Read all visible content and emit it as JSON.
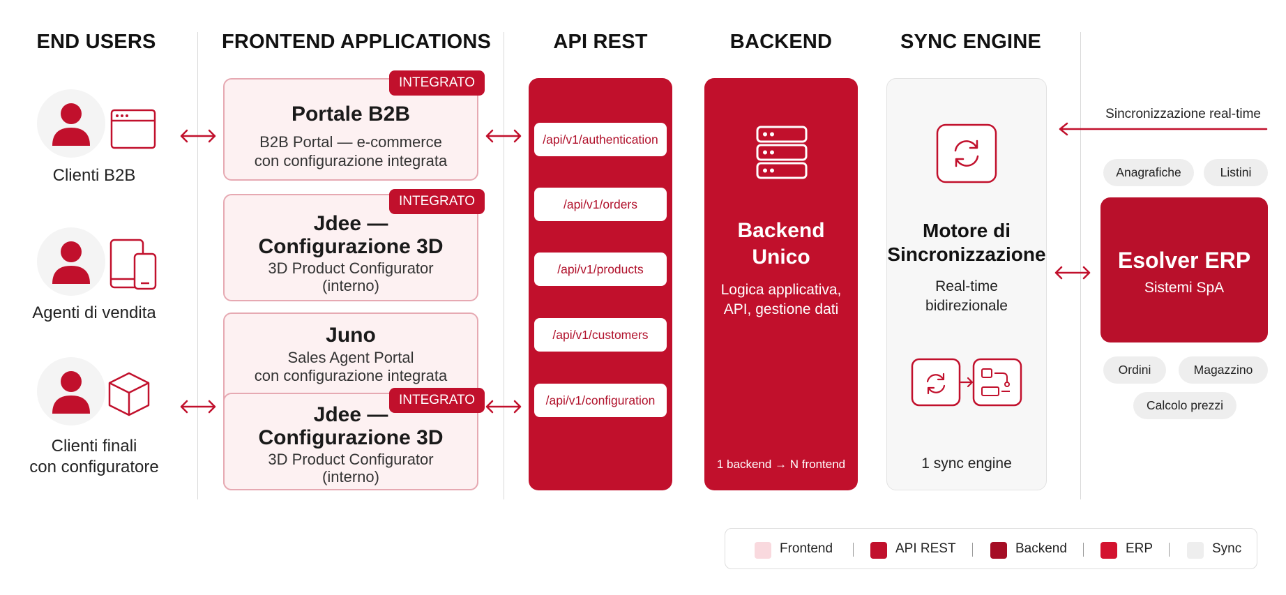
{
  "headers": {
    "end_users": "END USERS",
    "frontend": "FRONTEND APPLICATIONS",
    "api": "API REST",
    "backend": "BACKEND",
    "sync": "SYNC ENGINE"
  },
  "users": [
    {
      "label": "Clienti B2B",
      "icon": "browser-window-icon"
    },
    {
      "label": "Agenti di vendita",
      "icon": "devices-icon"
    },
    {
      "label": "Clienti finali\ncon configuratore",
      "icon": "cube-icon"
    }
  ],
  "frontend": {
    "badge": "INTEGRATO",
    "b2b": {
      "title": "Portale B2B",
      "line1": "B2B Portal — e-commerce",
      "line2": "con configurazione integrata"
    },
    "jdee1": {
      "title1": "Jdee —",
      "title2": "Configurazione 3D",
      "line1": "3D Product Configurator",
      "line2": "(interno)"
    },
    "juno": {
      "title": "Juno",
      "line1": "Sales Agent Portal",
      "line2": "con configurazione integrata"
    },
    "jdee2": {
      "title1": "Jdee —",
      "title2": "Configurazione 3D",
      "line1": "3D Product Configurator",
      "line2": "(interno)"
    }
  },
  "api": {
    "endpoints": [
      "/api/v1/authentication",
      "/api/v1/orders",
      "/api/v1/products",
      "/api/v1/customers",
      "/api/v1/configuration"
    ]
  },
  "backend": {
    "title1": "Backend",
    "title2": "Unico",
    "line1": "Logica applicativa,",
    "line2": "API, gestione dati",
    "footer": "1 backend → N frontend",
    "icon": "server-stack-icon"
  },
  "sync": {
    "title1": "Motore di",
    "title2": "Sincronizzazione",
    "line1": "Real-time",
    "line2": "bidirezionale",
    "footer": "1 sync engine",
    "icon": "sync-icon"
  },
  "erp": {
    "sync_label": "Sincronizzazione real-time",
    "title": "Esolver ERP",
    "subtitle": "Sistemi SpA",
    "tags_top": [
      "Anagrafiche",
      "Listini"
    ],
    "tags_bottom": [
      "Ordini",
      "Magazzino",
      "Calcolo prezzi"
    ]
  },
  "legend": [
    {
      "label": "Frontend",
      "color": "#f9d9de"
    },
    {
      "label": "API REST",
      "color": "#c1102c"
    },
    {
      "label": "Backend",
      "color": "#a50e25"
    },
    {
      "label": "ERP",
      "color": "#d3132f"
    },
    {
      "label": "Sync",
      "color": "#eeeeee"
    }
  ],
  "colors": {
    "accent": "#c1102c",
    "frontend_bg": "#fdf1f2",
    "frontend_border": "#e6a9b2"
  }
}
